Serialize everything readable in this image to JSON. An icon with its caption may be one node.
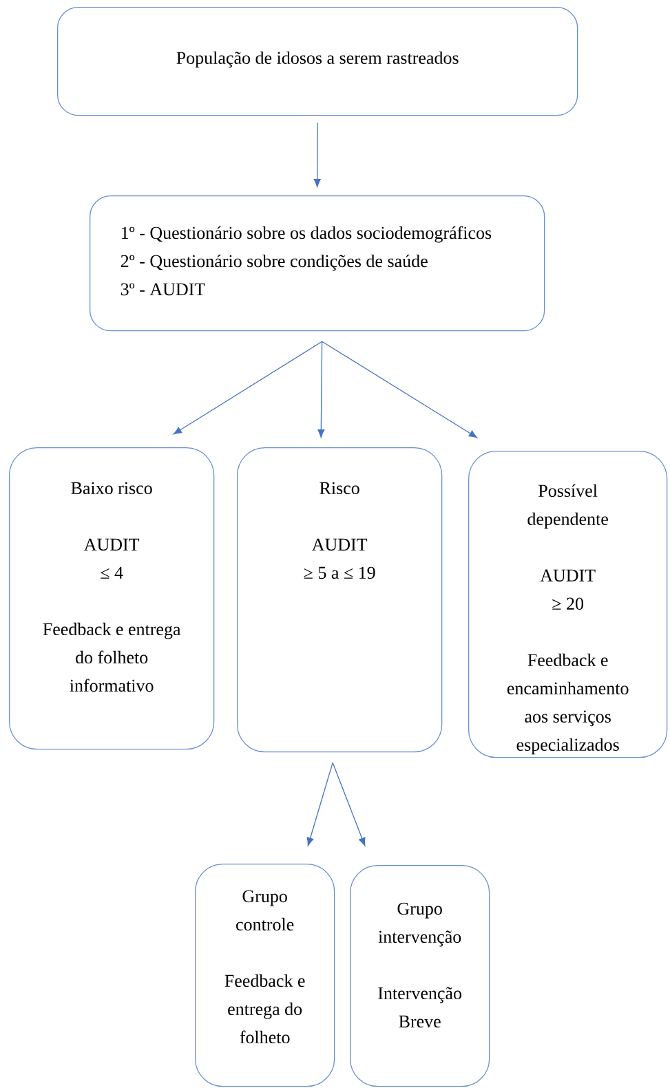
{
  "diagram": {
    "nodes": [
      {
        "text": [
          "População de idosos a serem rastreados"
        ]
      },
      {
        "text": [
          "1º - Questionário sobre os dados sociodemográficos",
          "2º - Questionário sobre condições de saúde",
          "3º - AUDIT"
        ]
      },
      {
        "text": [
          "Baixo risco",
          "AUDIT",
          "≤ 4",
          "Feedback e entrega do folheto informativo"
        ]
      },
      {
        "text": [
          "Risco",
          "AUDIT",
          "≥ 5 a ≤ 19"
        ]
      },
      {
        "text": [
          "Possível dependente",
          "AUDIT",
          "≥ 20",
          "Feedback e encaminhamento aos serviços especializados"
        ]
      },
      {
        "text": [
          "Grupo controle",
          "Feedback e entrega do folheto"
        ]
      },
      {
        "text": [
          "Grupo intervenção",
          "Intervenção Breve"
        ]
      }
    ],
    "edges": [
      {
        "from": 0,
        "to": 1,
        "arrow": "to"
      },
      {
        "from": 1,
        "to": 2,
        "arrow": "to"
      },
      {
        "from": 1,
        "to": 3,
        "arrow": "to"
      },
      {
        "from": 1,
        "to": 4,
        "arrow": "to"
      },
      {
        "from": 3,
        "to": 5,
        "arrow": "to"
      },
      {
        "from": 3,
        "to": 6,
        "arrow": "to"
      }
    ]
  }
}
